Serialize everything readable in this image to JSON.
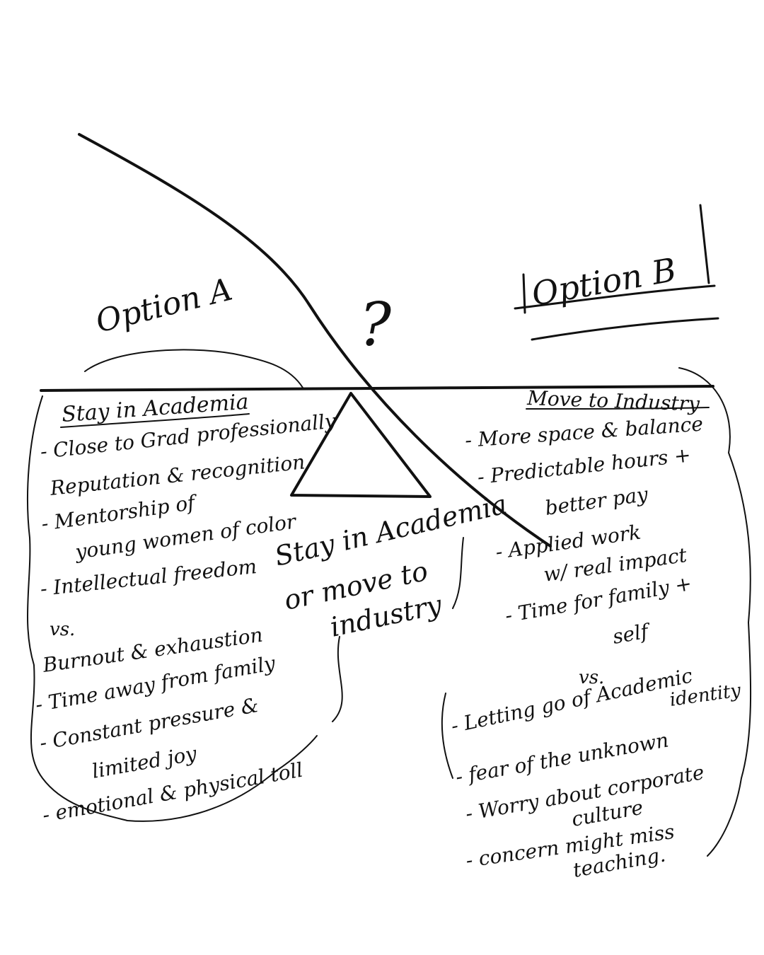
{
  "center": {
    "question_mark": "?",
    "question_line1": "Stay in Academia",
    "question_line2": "or move to",
    "question_line3": "industry"
  },
  "option_a": {
    "title": "Option A",
    "heading": "Stay in Academia",
    "pros": [
      "- Close to Grad professionally",
      "Reputation & recognition",
      "- Mentorship of",
      "young women of color",
      "- Intellectual freedom"
    ],
    "vs": "vs.",
    "cons": [
      "Burnout & exhaustion",
      "- Time away from family",
      "- Constant pressure &",
      "limited joy",
      "- emotional & physical toll"
    ]
  },
  "option_b": {
    "title": "Option B",
    "heading": "Move to Industry",
    "pros": [
      "- More space & balance",
      "- Predictable hours +",
      "better pay",
      "- Applied work",
      "w/ real impact",
      "- Time for family +",
      "self"
    ],
    "vs": "vs.",
    "cons": [
      "- Letting go of Academic",
      "identity",
      "- fear of the unknown",
      "- Worry about corporate",
      "culture",
      "- concern might miss",
      "teaching."
    ]
  },
  "colors": {
    "ink": "#111111",
    "paper": "#ffffff"
  }
}
